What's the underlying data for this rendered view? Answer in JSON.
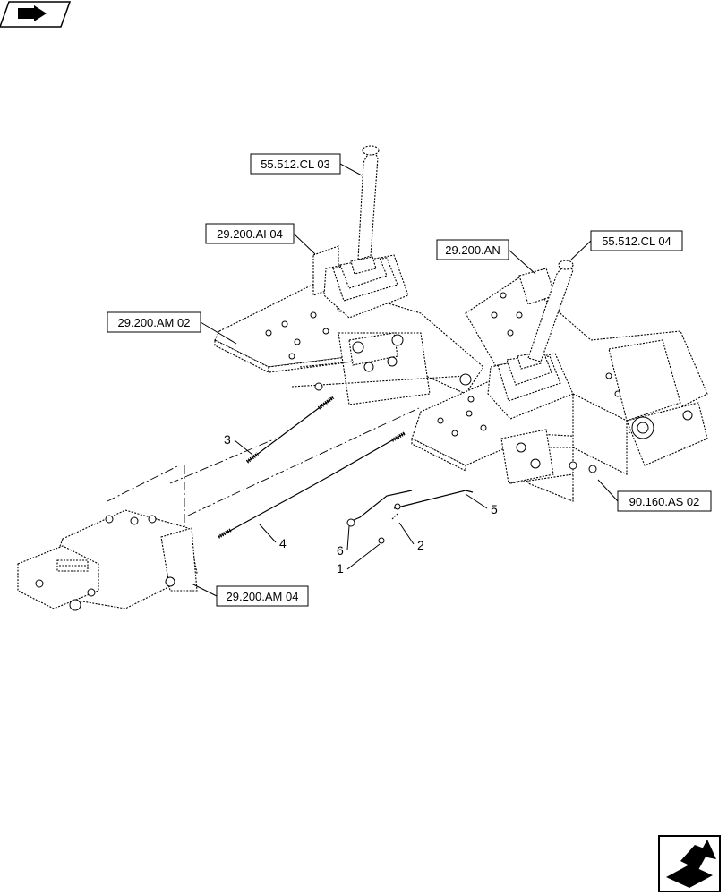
{
  "references": {
    "ref_55512cl03": "55.512.CL 03",
    "ref_29200ai04": "29.200.AI 04",
    "ref_29200am02": "29.200.AM 02",
    "ref_29200an": "29.200.AN",
    "ref_55512cl04": "55.512.CL 04",
    "ref_90160as02": "90.160.AS 02",
    "ref_29200am04": "29.200.AM 04"
  },
  "callouts": {
    "item_1": "1",
    "item_2": "2",
    "item_3": "3",
    "item_4": "4",
    "item_5": "5",
    "item_6": "6"
  },
  "icons": {
    "top_left": "book-arrow-icon",
    "bottom_right": "next-page-arrow-icon"
  }
}
